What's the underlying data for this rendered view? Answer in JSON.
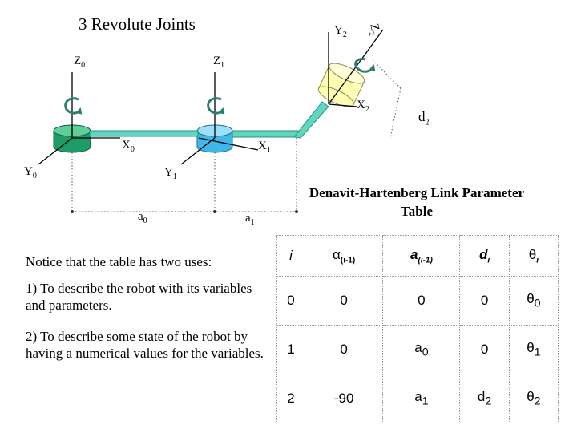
{
  "title": "3 Revolute Joints",
  "axes": {
    "z0": "Z",
    "z1": "Z",
    "z2": "Z",
    "y0": "Y",
    "y1": "Y",
    "y2": "Y",
    "x0": "X",
    "x1": "X",
    "x2": "X",
    "sub0": "0",
    "sub1": "1",
    "sub2": "2"
  },
  "links": {
    "a0": "a",
    "a1": "a",
    "d2": "d",
    "sub0": "0",
    "sub1": "1",
    "sub2": "2"
  },
  "dh_title": "Denavit-Hartenberg Link Parameter Table",
  "notes": {
    "intro": "Notice that the table has two uses:",
    "use1": "1) To describe the robot with its variables and parameters.",
    "use2": "2) To describe some state of the robot by having a numerical values for the variables."
  },
  "table": {
    "headers": {
      "i": "i",
      "alpha": "α",
      "alpha_sub": "(i-1)",
      "a": "a",
      "a_sub": "(i-1)",
      "d": "d",
      "d_sub": "i",
      "theta": "θ",
      "theta_sub": "i"
    },
    "rows": [
      {
        "i": "0",
        "alpha": "0",
        "a": "0",
        "d": "0",
        "theta": "θ",
        "theta_sub": "0"
      },
      {
        "i": "1",
        "alpha": "0",
        "a": "a",
        "a_sub": "0",
        "d": "0",
        "theta": "θ",
        "theta_sub": "1"
      },
      {
        "i": "2",
        "alpha": "-90",
        "a": "a",
        "a_sub": "1",
        "d": "d",
        "d_sub": "2",
        "theta": "θ",
        "theta_sub": "2"
      }
    ]
  },
  "colors": {
    "joint0": "#1f9b67",
    "joint1": "#3fb8e8",
    "link": "#5fd6c0",
    "link_edge": "#2c8f80",
    "joint2": "#ffffb3",
    "rotation_arrow": "#2e7d70"
  }
}
